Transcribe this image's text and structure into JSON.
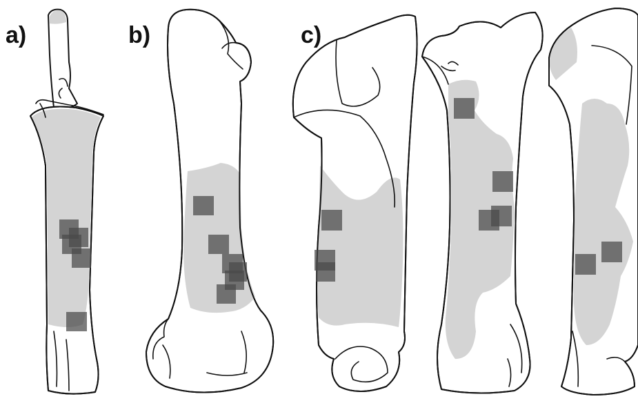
{
  "panels": [
    {
      "id": "a",
      "label": "a)"
    },
    {
      "id": "b",
      "label": "b)"
    },
    {
      "id": "c",
      "label": "c)"
    }
  ],
  "colors": {
    "outline": "#111111",
    "background": "#ffffff",
    "shaded_region": "#d4d4d4",
    "marker_square": "#4a4a4a"
  }
}
